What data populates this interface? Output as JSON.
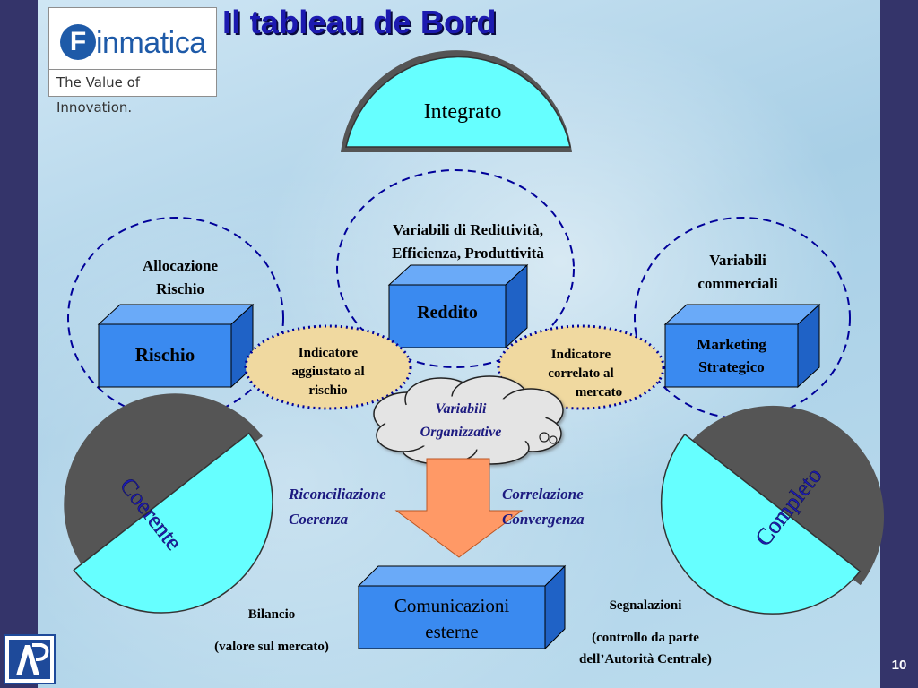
{
  "title": "Il tableau de Bord",
  "logo": {
    "mark": "F",
    "word": "inmatica",
    "tagline": "The Value of Innovation."
  },
  "nodes": {
    "integrato": "Integrato",
    "reddito": "Reddito",
    "rischio": "Rischio",
    "marketing_line1": "Marketing",
    "marketing_line2": "Strategico",
    "comunicazioni_line1": "Comunicazioni",
    "comunicazioni_line2": "esterne",
    "coerente": "Coerente",
    "completo": "Completo"
  },
  "labels": {
    "variabili_redditivita_1": "Variabili di Redittività,",
    "variabili_redditivita_2": "Efficienza, Produttività",
    "allocazione_1": "Allocazione",
    "allocazione_2": "Rischio",
    "commerciali_1": "Variabili",
    "commerciali_2": "commerciali",
    "ind_rischio_1": "Indicatore",
    "ind_rischio_2": "aggiustato al",
    "ind_rischio_3": "rischio",
    "ind_mercato_1": "Indicatore",
    "ind_mercato_2": "correlato al",
    "ind_mercato_3": "mercato",
    "organizzative_1": "Variabili",
    "organizzative_2": "Organizzative",
    "riconciliazione_1": "Riconciliazione",
    "riconciliazione_2": "Coerenza",
    "correlazione_1": "Correlazione",
    "correlazione_2": "Convergenza",
    "bilancio_1": "Bilancio",
    "bilancio_2": "(valore sul mercato)",
    "segnalazioni_1": "Segnalazioni",
    "segnalazioni_2": "(controllo da  parte",
    "segnalazioni_3": "dell’Autorità Centrale)"
  },
  "colors": {
    "cyan_shape": "#66ffff",
    "box_blue": "#3a8af0",
    "indicator_fill": "#f0d9a0",
    "arrow_fill": "#ff9966",
    "dashed": "#000099"
  },
  "page_number": "10"
}
